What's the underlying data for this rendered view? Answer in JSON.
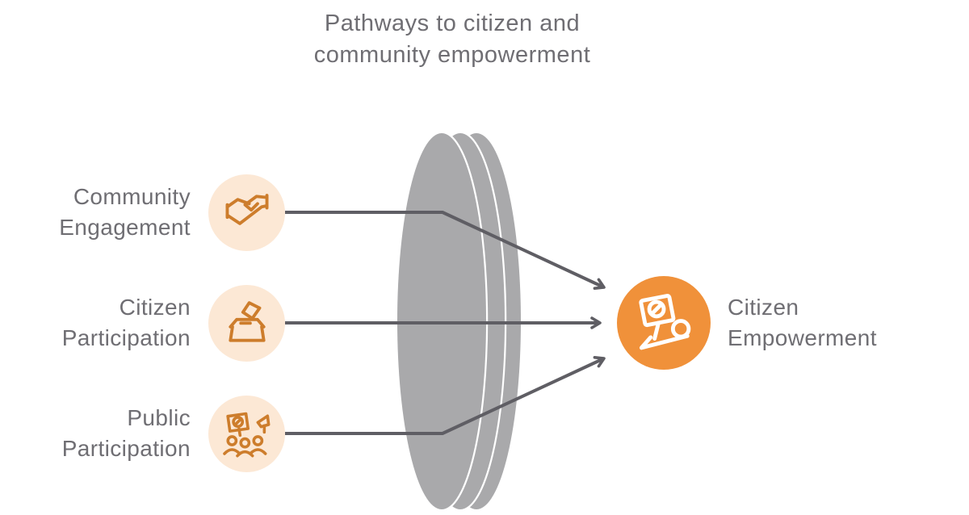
{
  "title": "Pathways to citizen and community empowerment",
  "inputs": [
    {
      "label": "Community Engagement",
      "icon": "handshake-icon"
    },
    {
      "label": "Citizen Participation",
      "icon": "ballot-box-icon"
    },
    {
      "label": "Public Participation",
      "icon": "protest-crowd-icon"
    }
  ],
  "output": {
    "label": "Citizen Empowerment",
    "icon": "hand-holding-sign-icon"
  },
  "lens": {
    "shape": "stacked-disc-funnel",
    "layers": 3
  },
  "colors": {
    "accent_orange": "#f0913a",
    "icon_stroke_orange": "#cd7d2c",
    "peach_circle": "#fce8d5",
    "lens_gray": "#a9a9ab",
    "arrow_gray": "#5f5e64",
    "text_gray": "#6f6e73",
    "background": "#ffffff"
  }
}
